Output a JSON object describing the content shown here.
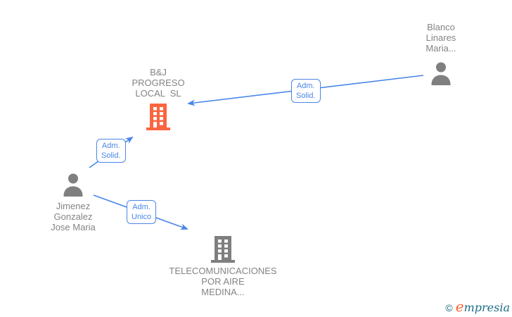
{
  "nodes": {
    "blanco": {
      "type": "person",
      "lines": [
        "Blanco",
        "Linares",
        "Maria..."
      ]
    },
    "bj": {
      "type": "company",
      "lines": [
        "B&J",
        "PROGRESO",
        "LOCAL  SL"
      ]
    },
    "jimenez": {
      "type": "person",
      "lines": [
        "Jimenez",
        "Gonzalez",
        "Jose Maria"
      ]
    },
    "telecom": {
      "type": "company",
      "lines": [
        "TELECOMUNICACIONES",
        "POR AIRE",
        "MEDINA..."
      ]
    }
  },
  "edges": {
    "blanco_to_bj": {
      "label_lines": [
        "Adm.",
        "Solid."
      ]
    },
    "jimenez_to_bj": {
      "label_lines": [
        "Adm.",
        "Solid."
      ]
    },
    "jimenez_to_telecom": {
      "label_lines": [
        "Adm.",
        "Unico"
      ]
    }
  },
  "colors": {
    "edge_blue": "#4a86e8",
    "node_text_gray": "#848484",
    "icon_gray": "#7f7f7f",
    "company_highlight_orange": "#fa6640",
    "brand_teal": "#1b6d87",
    "brand_orange": "#f96332"
  },
  "footer": {
    "copyright_symbol": "©",
    "brand_first_letter": "e",
    "brand_rest": "mpresia"
  }
}
